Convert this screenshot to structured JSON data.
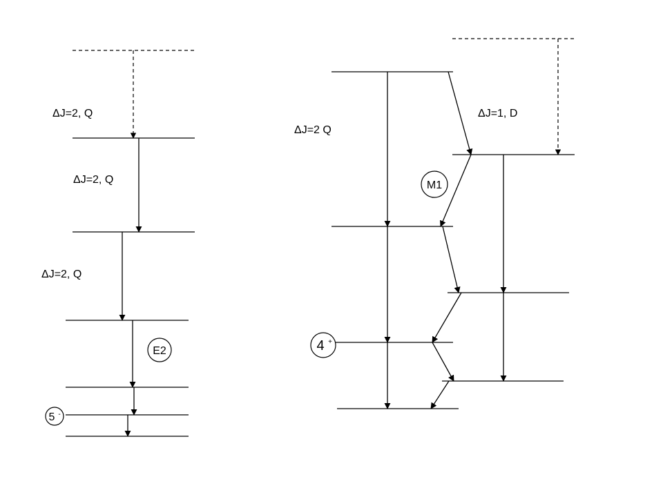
{
  "colors": {
    "line": "#000000",
    "background": "#ffffff"
  },
  "labels": {
    "left_top": "ΔJ=2, Q",
    "left_mid": "ΔJ=2, Q",
    "left_low": "ΔJ=2, Q",
    "right_quad": "ΔJ=2 Q",
    "right_dipole": "ΔJ=1, D"
  },
  "circles": {
    "e2": "E2",
    "m1": "M1",
    "spin_five": {
      "value": "5",
      "parity": "-"
    },
    "spin_four": {
      "value": "4",
      "parity": "+"
    }
  }
}
